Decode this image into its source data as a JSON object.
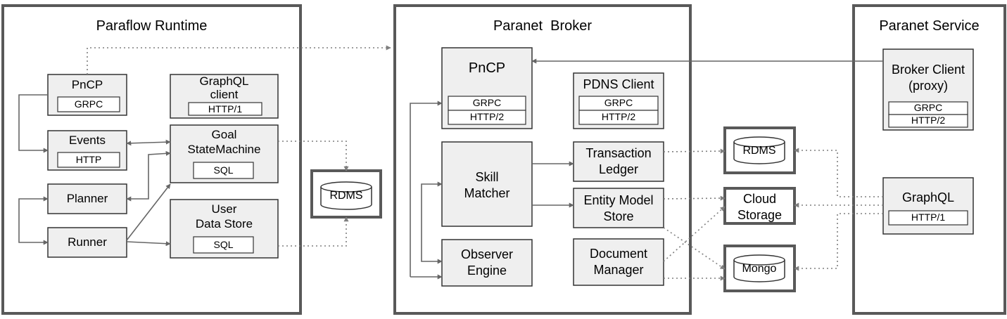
{
  "colors": {
    "frame_border": "#595959",
    "box_fill": "#efefef",
    "box_border": "#333333",
    "arrow": "#666666",
    "dotted": "#7f7f7f"
  },
  "paraflow": {
    "title": "Paraflow Runtime",
    "pncp": {
      "label": "PnCP",
      "tags": [
        "GRPC"
      ]
    },
    "graphql_client": {
      "label": "GraphQL\nclient",
      "tags": [
        "HTTP/1"
      ]
    },
    "events": {
      "label": "Events",
      "tags": [
        "HTTP"
      ]
    },
    "goal_state_machine": {
      "label": "Goal\nStateMachine",
      "tags": [
        "SQL"
      ]
    },
    "planner": {
      "label": "Planner"
    },
    "runner": {
      "label": "Runner"
    },
    "user_data_store": {
      "label": "User\nData Store",
      "tags": [
        "SQL"
      ]
    },
    "rdms": "RDMS"
  },
  "broker": {
    "title": "Paranet  Broker",
    "pncp": {
      "label": "PnCP",
      "tags": [
        "GRPC",
        "HTTP/2"
      ]
    },
    "pdns_client": {
      "label": "PDNS Client",
      "tags": [
        "GRPC",
        "HTTP/2"
      ]
    },
    "skill_matcher": {
      "label": "Skill\nMatcher"
    },
    "transaction_ledger": {
      "label": "Transaction\nLedger"
    },
    "entity_model_store": {
      "label": "Entity Model\nStore"
    },
    "observer_engine": {
      "label": "Observer\nEngine"
    },
    "document_manager": {
      "label": "Document\nManager"
    }
  },
  "storage": {
    "rdms": "RDMS",
    "cloud_storage": "Cloud\nStorage",
    "mongo": "Mongo"
  },
  "service": {
    "title": "Paranet Service",
    "broker_client": {
      "label": "Broker Client\n(proxy)",
      "tags": [
        "GRPC",
        "HTTP/2"
      ]
    },
    "graphql": {
      "label": "GraphQL",
      "tags": [
        "HTTP/1"
      ]
    }
  }
}
